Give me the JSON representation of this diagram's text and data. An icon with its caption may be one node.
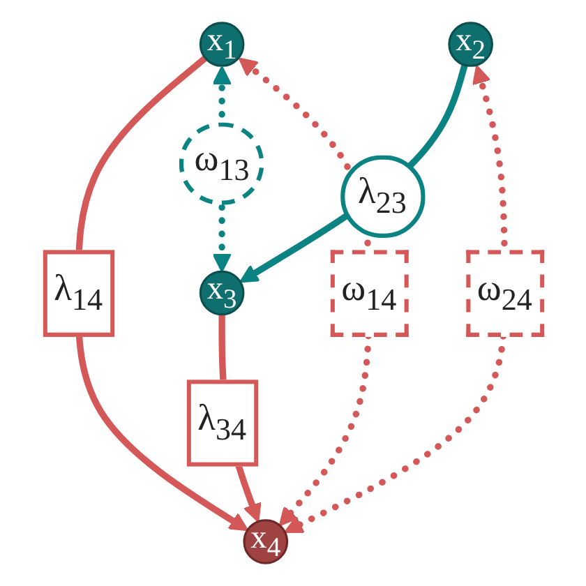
{
  "diagram": {
    "nodes": [
      {
        "text": [
          "x$_{1}$"
        ]
      },
      {
        "text": [
          "x$_{2}$"
        ]
      },
      {
        "text": [
          "x$_{3}$"
        ]
      },
      {
        "text": [
          "x$_{4}$"
        ]
      }
    ],
    "edges": [
      {
        "from": 0,
        "to": 3,
        "arrow": "to",
        "label": "λ$_{14}$"
      },
      {
        "from": 1,
        "to": 2,
        "arrow": "to",
        "label": "λ$_{23}$",
        "color": "#0b8383"
      },
      {
        "from": 0,
        "to": 2,
        "arrow": "both",
        "label": "ω$_{13}$",
        "style": "dashed",
        "color": "#0b8383"
      },
      {
        "from": 0,
        "to": 3,
        "arrow": "both",
        "label": "ω$_{14}$",
        "style": "dashed"
      },
      {
        "from": 1,
        "to": 3,
        "arrow": "both",
        "label": "ω$_{24}$",
        "style": "dashed"
      },
      {
        "from": 2,
        "to": 3,
        "arrow": "to",
        "label": "λ$_{34}$"
      }
    ]
  }
}
